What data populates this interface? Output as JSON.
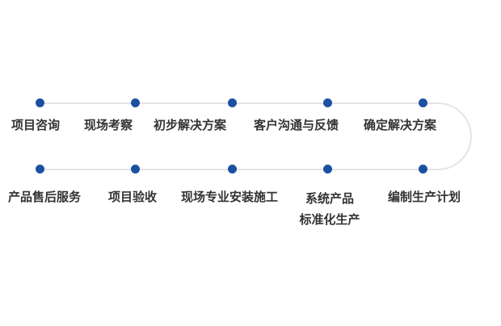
{
  "diagram": {
    "type": "process-flow",
    "colors": {
      "dot": "#1a52a2",
      "line": "#e4e4e4",
      "text": "#333333",
      "background": "#ffffff"
    },
    "top_row": {
      "step1": {
        "label": "项目咨询"
      },
      "step2": {
        "label": "现场考察"
      },
      "step3": {
        "label": "初步解决方案"
      },
      "step4": {
        "label": "客户沟通与反馈"
      },
      "step5": {
        "label": "确定解决方案"
      }
    },
    "bottom_row": {
      "step1": {
        "label": "产品售后服务"
      },
      "step2": {
        "label": "项目验收"
      },
      "step3": {
        "label": "现场专业安装施工"
      },
      "step4": {
        "label_line1": "系统产品",
        "label_line2": "标准化生产"
      },
      "step5": {
        "label": "编制生产计划"
      }
    }
  }
}
